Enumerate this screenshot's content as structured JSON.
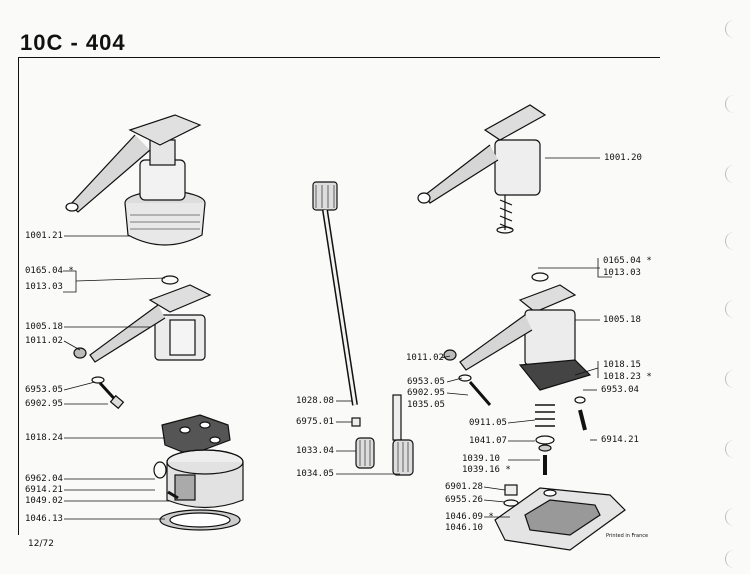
{
  "header": {
    "title": "10C - 404"
  },
  "footer": {
    "code": "12/72",
    "printed": "Printed in France"
  },
  "labels": {
    "l_1001_21": "1001.21",
    "l_0165_04_a": "0165.04 *",
    "l_1013_03_a": "1013.03",
    "l_1005_18_a": "1005.18",
    "l_1011_02_a": "1011.02",
    "l_6953_05_a": "6953.05",
    "l_6902_95_a": "6902.95",
    "l_1018_24": "1018.24",
    "l_6962_04": "6962.04",
    "l_6914_21_a": "6914.21",
    "l_1049_02": "1049.02",
    "l_1046_13": "1046.13",
    "l_1028_08": "1028.08",
    "l_6975_01": "6975.01",
    "l_1033_04": "1033.04",
    "l_1034_05": "1034.05",
    "l_1001_20": "1001.20",
    "l_0165_04_b": "0165.04 *",
    "l_1013_03_b": "1013.03",
    "l_1005_18_b": "1005.18",
    "l_1011_02_b": "1011.02",
    "l_1018_15": "1018.15",
    "l_1018_23": "1018.23 *",
    "l_6953_05_b": "6953.05",
    "l_6953_04": "6953.04",
    "l_6902_95_b": "6902.95",
    "l_1035_05": "1035.05",
    "l_0911_05": "0911.05",
    "l_1041_07": "1041.07",
    "l_6914_21_b": "6914.21",
    "l_1039_10": "1039.10",
    "l_1039_16": "1039.16 *",
    "l_6901_28": "6901.28",
    "l_6955_26": "6955.26",
    "l_1046_09": "1046.09 *",
    "l_1046_10": "1046.10"
  }
}
